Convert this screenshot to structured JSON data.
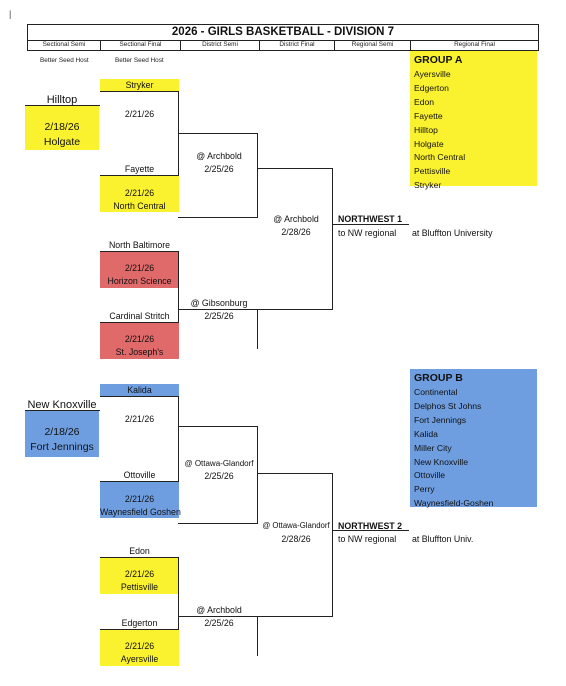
{
  "page": {
    "corner_mark": "|",
    "title": "2026 - GIRLS BASKETBALL - DIVISION 7",
    "columns": [
      "Sectional Semi",
      "Sectional Final",
      "District Semi",
      "District Final",
      "Regional Semi",
      "Regional Final"
    ],
    "notes": [
      "Better Seed Host",
      "Better Seed Host"
    ]
  },
  "top": {
    "hilltop_label": "Hilltop",
    "hilltop_date": "2/18/26",
    "hilltop_team": "Holgate",
    "stryker": "Stryker",
    "sf1_date": "2/21/26",
    "fayette": "Fayette",
    "sf2_date": "2/21/26",
    "sf2_team": "North Central",
    "ds1_site": "@ Archbold",
    "ds1_date": "2/25/26",
    "north_baltimore": "North Baltimore",
    "sf3_date": "2/21/26",
    "sf3_team": "Horizon Science",
    "cardinal": "Cardinal Stritch",
    "sf4_date": "2/21/26",
    "sf4_team": "St. Joseph's",
    "ds2_site": "@ Gibsonburg",
    "ds2_date": "2/25/26",
    "df_site": "@ Archbold",
    "df_date": "2/28/26",
    "rs_title": "NORTHWEST 1",
    "rs_sub": "to NW regional",
    "rs_site": "at Bluffton University"
  },
  "bottom": {
    "nk_label": "New Knoxville",
    "nk_date": "2/18/26",
    "nk_team": "Fort Jennings",
    "kalida": "Kalida",
    "sf1_date": "2/21/26",
    "ottoville": "Ottoville",
    "sf2_date": "2/21/26",
    "sf2_team": "Waynesfield Goshen",
    "ds1_site": "@ Ottawa-Glandorf",
    "ds1_date": "2/25/26",
    "edon": "Edon",
    "sf3_date": "2/21/26",
    "sf3_team": "Pettisville",
    "edgerton": "Edgerton",
    "sf4_date": "2/21/26",
    "sf4_team": "Ayersville",
    "ds2_site": "@ Archbold",
    "ds2_date": "2/25/26",
    "df_site": "@ Ottawa-Glandorf",
    "df_date": "2/28/26",
    "rs_title": "NORTHWEST 2",
    "rs_sub": "to NW regional",
    "rs_site": "at Bluffton Univ."
  },
  "groupA": {
    "title": "GROUP A",
    "teams": [
      "Ayersville",
      "Edgerton",
      "Edon",
      "Fayette",
      "Hilltop",
      "Holgate",
      "North Central",
      "Pettisville",
      "Stryker"
    ]
  },
  "groupB": {
    "title": "GROUP B",
    "teams": [
      "Continental",
      "Delphos St Johns",
      "Fort Jennings",
      "Kalida",
      "Miller City",
      "New Knoxville",
      "Ottoville",
      "Perry",
      "Waynesfield-Goshen"
    ]
  },
  "colors": {
    "yellow": "#fbf22f",
    "red": "#e0696a",
    "blue": "#6f9ee0"
  }
}
